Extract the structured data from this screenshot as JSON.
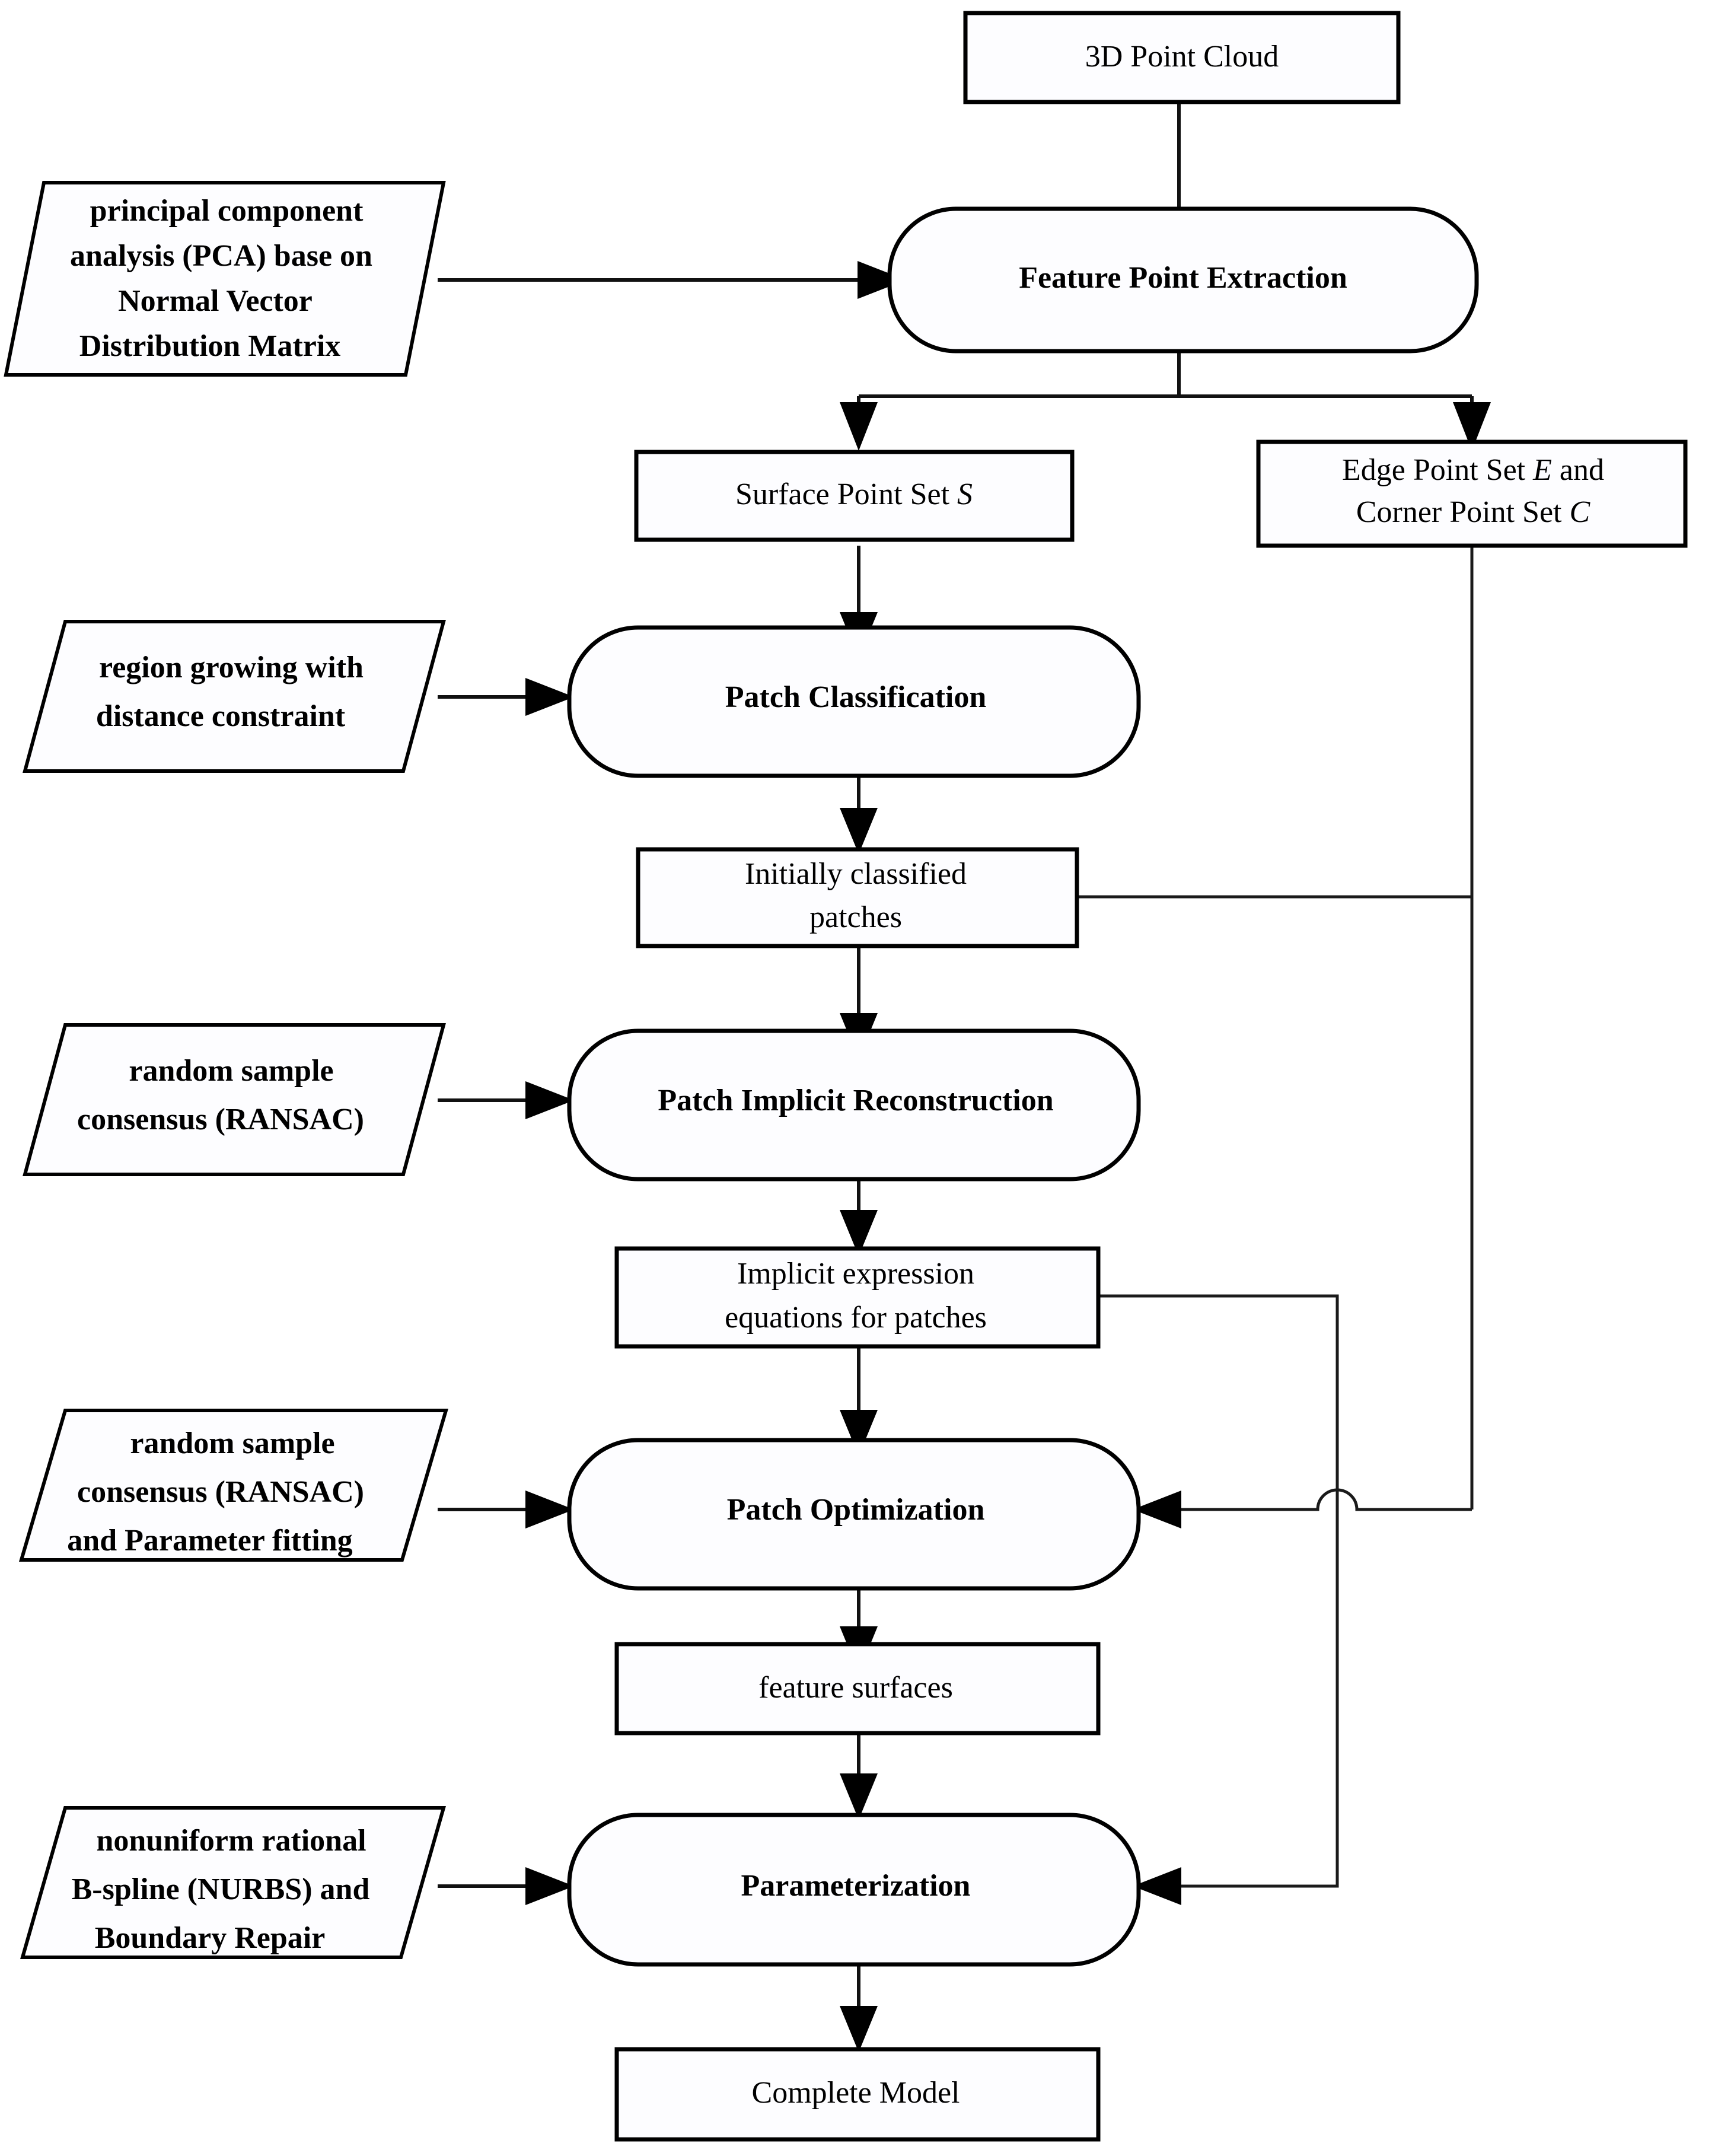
{
  "diagram": {
    "title": "3D point cloud reconstruction pipeline flowchart",
    "colors": {
      "line": "#111111",
      "box_fill": "#fdfdff",
      "text": "#000000"
    },
    "nodes": {
      "point_cloud": {
        "label": "3D Point Cloud",
        "shape": "rectangle"
      },
      "pca_input": {
        "shape": "parallelogram",
        "line1": "principal component",
        "line2": "analysis (PCA) base on",
        "line3": "Normal Vector",
        "line4": "Distribution Matrix"
      },
      "feature_point_extraction": {
        "label": "Feature Point Extraction",
        "shape": "rounded-rectangle"
      },
      "surface_point_set": {
        "label_prefix": "Surface Point Set ",
        "label_italic": "S",
        "shape": "rectangle"
      },
      "edge_corner_point_set": {
        "shape": "rectangle",
        "line1_prefix": "Edge Point Set ",
        "line1_italic": "E",
        "line1_suffix": " and",
        "line2_prefix": "Corner Point Set ",
        "line2_italic": "C"
      },
      "region_growing_input": {
        "shape": "parallelogram",
        "line1": "region growing with",
        "line2": "distance constraint"
      },
      "patch_classification": {
        "label": "Patch Classification",
        "shape": "rounded-rectangle"
      },
      "initially_classified_patches": {
        "shape": "rectangle",
        "line1": "Initially classified",
        "line2": "patches"
      },
      "ransac_input": {
        "shape": "parallelogram",
        "line1": "random sample",
        "line2": "consensus (RANSAC)"
      },
      "patch_implicit_reconstruction": {
        "label": "Patch Implicit Reconstruction",
        "shape": "rounded-rectangle"
      },
      "implicit_expression_equations": {
        "shape": "rectangle",
        "line1": "Implicit expression",
        "line2": "equations for patches"
      },
      "ransac_param_input": {
        "shape": "parallelogram",
        "line1": "random sample",
        "line2": "consensus (RANSAC)",
        "line3": "and Parameter fitting"
      },
      "patch_optimization": {
        "label": "Patch Optimization",
        "shape": "rounded-rectangle"
      },
      "feature_surfaces": {
        "label": "feature surfaces",
        "shape": "rectangle"
      },
      "nurbs_input": {
        "shape": "parallelogram",
        "line1": "nonuniform rational",
        "line2": "B-spline (NURBS) and",
        "line3": "Boundary Repair"
      },
      "parameterization": {
        "label": "Parameterization",
        "shape": "rounded-rectangle"
      },
      "complete_model": {
        "label": "Complete Model",
        "shape": "rectangle"
      }
    },
    "edges": [
      {
        "from": "point_cloud",
        "to": "feature_point_extraction",
        "kind": "straight-down"
      },
      {
        "from": "pca_input",
        "to": "feature_point_extraction",
        "kind": "right-arrow"
      },
      {
        "from": "feature_point_extraction",
        "to": "surface_point_set",
        "kind": "split-left"
      },
      {
        "from": "feature_point_extraction",
        "to": "edge_corner_point_set",
        "kind": "split-right"
      },
      {
        "from": "surface_point_set",
        "to": "patch_classification",
        "kind": "straight-down"
      },
      {
        "from": "region_growing_input",
        "to": "patch_classification",
        "kind": "right-arrow"
      },
      {
        "from": "patch_classification",
        "to": "initially_classified_patches",
        "kind": "straight-down"
      },
      {
        "from": "initially_classified_patches",
        "to": "edge_corner_bus",
        "kind": "right-join"
      },
      {
        "from": "initially_classified_patches",
        "to": "patch_implicit_reconstruction",
        "kind": "straight-down"
      },
      {
        "from": "ransac_input",
        "to": "patch_implicit_reconstruction",
        "kind": "right-arrow"
      },
      {
        "from": "patch_implicit_reconstruction",
        "to": "implicit_expression_equations",
        "kind": "straight-down"
      },
      {
        "from": "implicit_expression_equations",
        "to": "parameterization",
        "kind": "right-down-left-arrow"
      },
      {
        "from": "edge_corner_bus",
        "to": "patch_optimization",
        "kind": "left-arrow-with-hop"
      },
      {
        "from": "implicit_expression_equations",
        "to": "patch_optimization",
        "kind": "straight-down"
      },
      {
        "from": "ransac_param_input",
        "to": "patch_optimization",
        "kind": "right-arrow"
      },
      {
        "from": "patch_optimization",
        "to": "feature_surfaces",
        "kind": "straight-down"
      },
      {
        "from": "feature_surfaces",
        "to": "parameterization",
        "kind": "straight-down"
      },
      {
        "from": "nurbs_input",
        "to": "parameterization",
        "kind": "right-arrow"
      },
      {
        "from": "parameterization",
        "to": "complete_model",
        "kind": "straight-down"
      }
    ]
  }
}
